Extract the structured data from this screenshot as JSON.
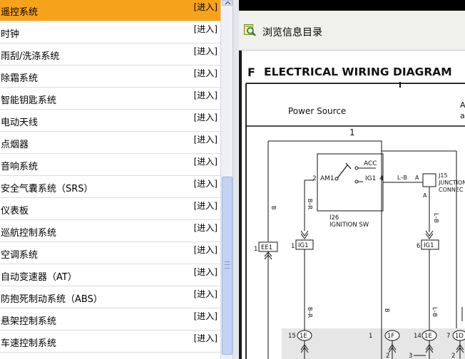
{
  "list": {
    "enter_label": "[进入]",
    "items": [
      {
        "label": "遥控系统",
        "selected": true
      },
      {
        "label": "时钟"
      },
      {
        "label": "雨刮/洗涤系统"
      },
      {
        "label": "除霜系统"
      },
      {
        "label": "智能钥匙系统"
      },
      {
        "label": "电动天线"
      },
      {
        "label": "点烟器"
      },
      {
        "label": "音响系统"
      },
      {
        "label": "安全气囊系统（SRS）"
      },
      {
        "label": "仪表板"
      },
      {
        "label": "巡航控制系统"
      },
      {
        "label": "空调系统"
      },
      {
        "label": "自动变速器（AT）"
      },
      {
        "label": "防抱死制动系统（ABS）"
      },
      {
        "label": "悬架控制系统"
      },
      {
        "label": "车速控制系统"
      }
    ]
  },
  "toolbar": {
    "browse_label": "浏览信息目录",
    "browse_icon": "catalog-search-icon"
  },
  "document": {
    "title": "ELECTRICAL WIRING DIAGRAM",
    "section_letter": "F",
    "labels": {
      "power_source": "Power Source",
      "column_1": "1",
      "edge_a1": "A",
      "edge_a2": "a",
      "acc": "ACC",
      "am1": "AM1",
      "ig1": "IG1",
      "pin_2": "2",
      "pin_4": "4",
      "lb": "L–B",
      "a_top": "A",
      "a_mid": "A",
      "j15": "J15",
      "junction": "JUNCTION",
      "connect": "CONNEC",
      "i26": "I26",
      "ignition_sw": "IGNITION SW",
      "wire_b": "B",
      "wire_br": "B–R",
      "wire_lb": "L–B",
      "ee1_num": "1",
      "ee1": "EE1",
      "ig1_left_num": "1",
      "ig1_left": "IG1",
      "ig1_right_num": "6",
      "ig1_right": "IG1",
      "wire_b2": "B",
      "wire_br2": "B–R",
      "wire_lb2": "L–B",
      "conn_15": "15",
      "conn_1e": "1E",
      "conn_1": "1",
      "conn_1f": "1F",
      "conn_14": "14",
      "conn_1e2": "1E",
      "conn_7": "7",
      "conn_1d": "1D",
      "bottom_2a": "2",
      "bottom_3": "3",
      "bottom_2b": "2"
    }
  },
  "colors": {
    "selected_row": "#f7a21b",
    "scroll_thumb": "#c3d3f4"
  }
}
